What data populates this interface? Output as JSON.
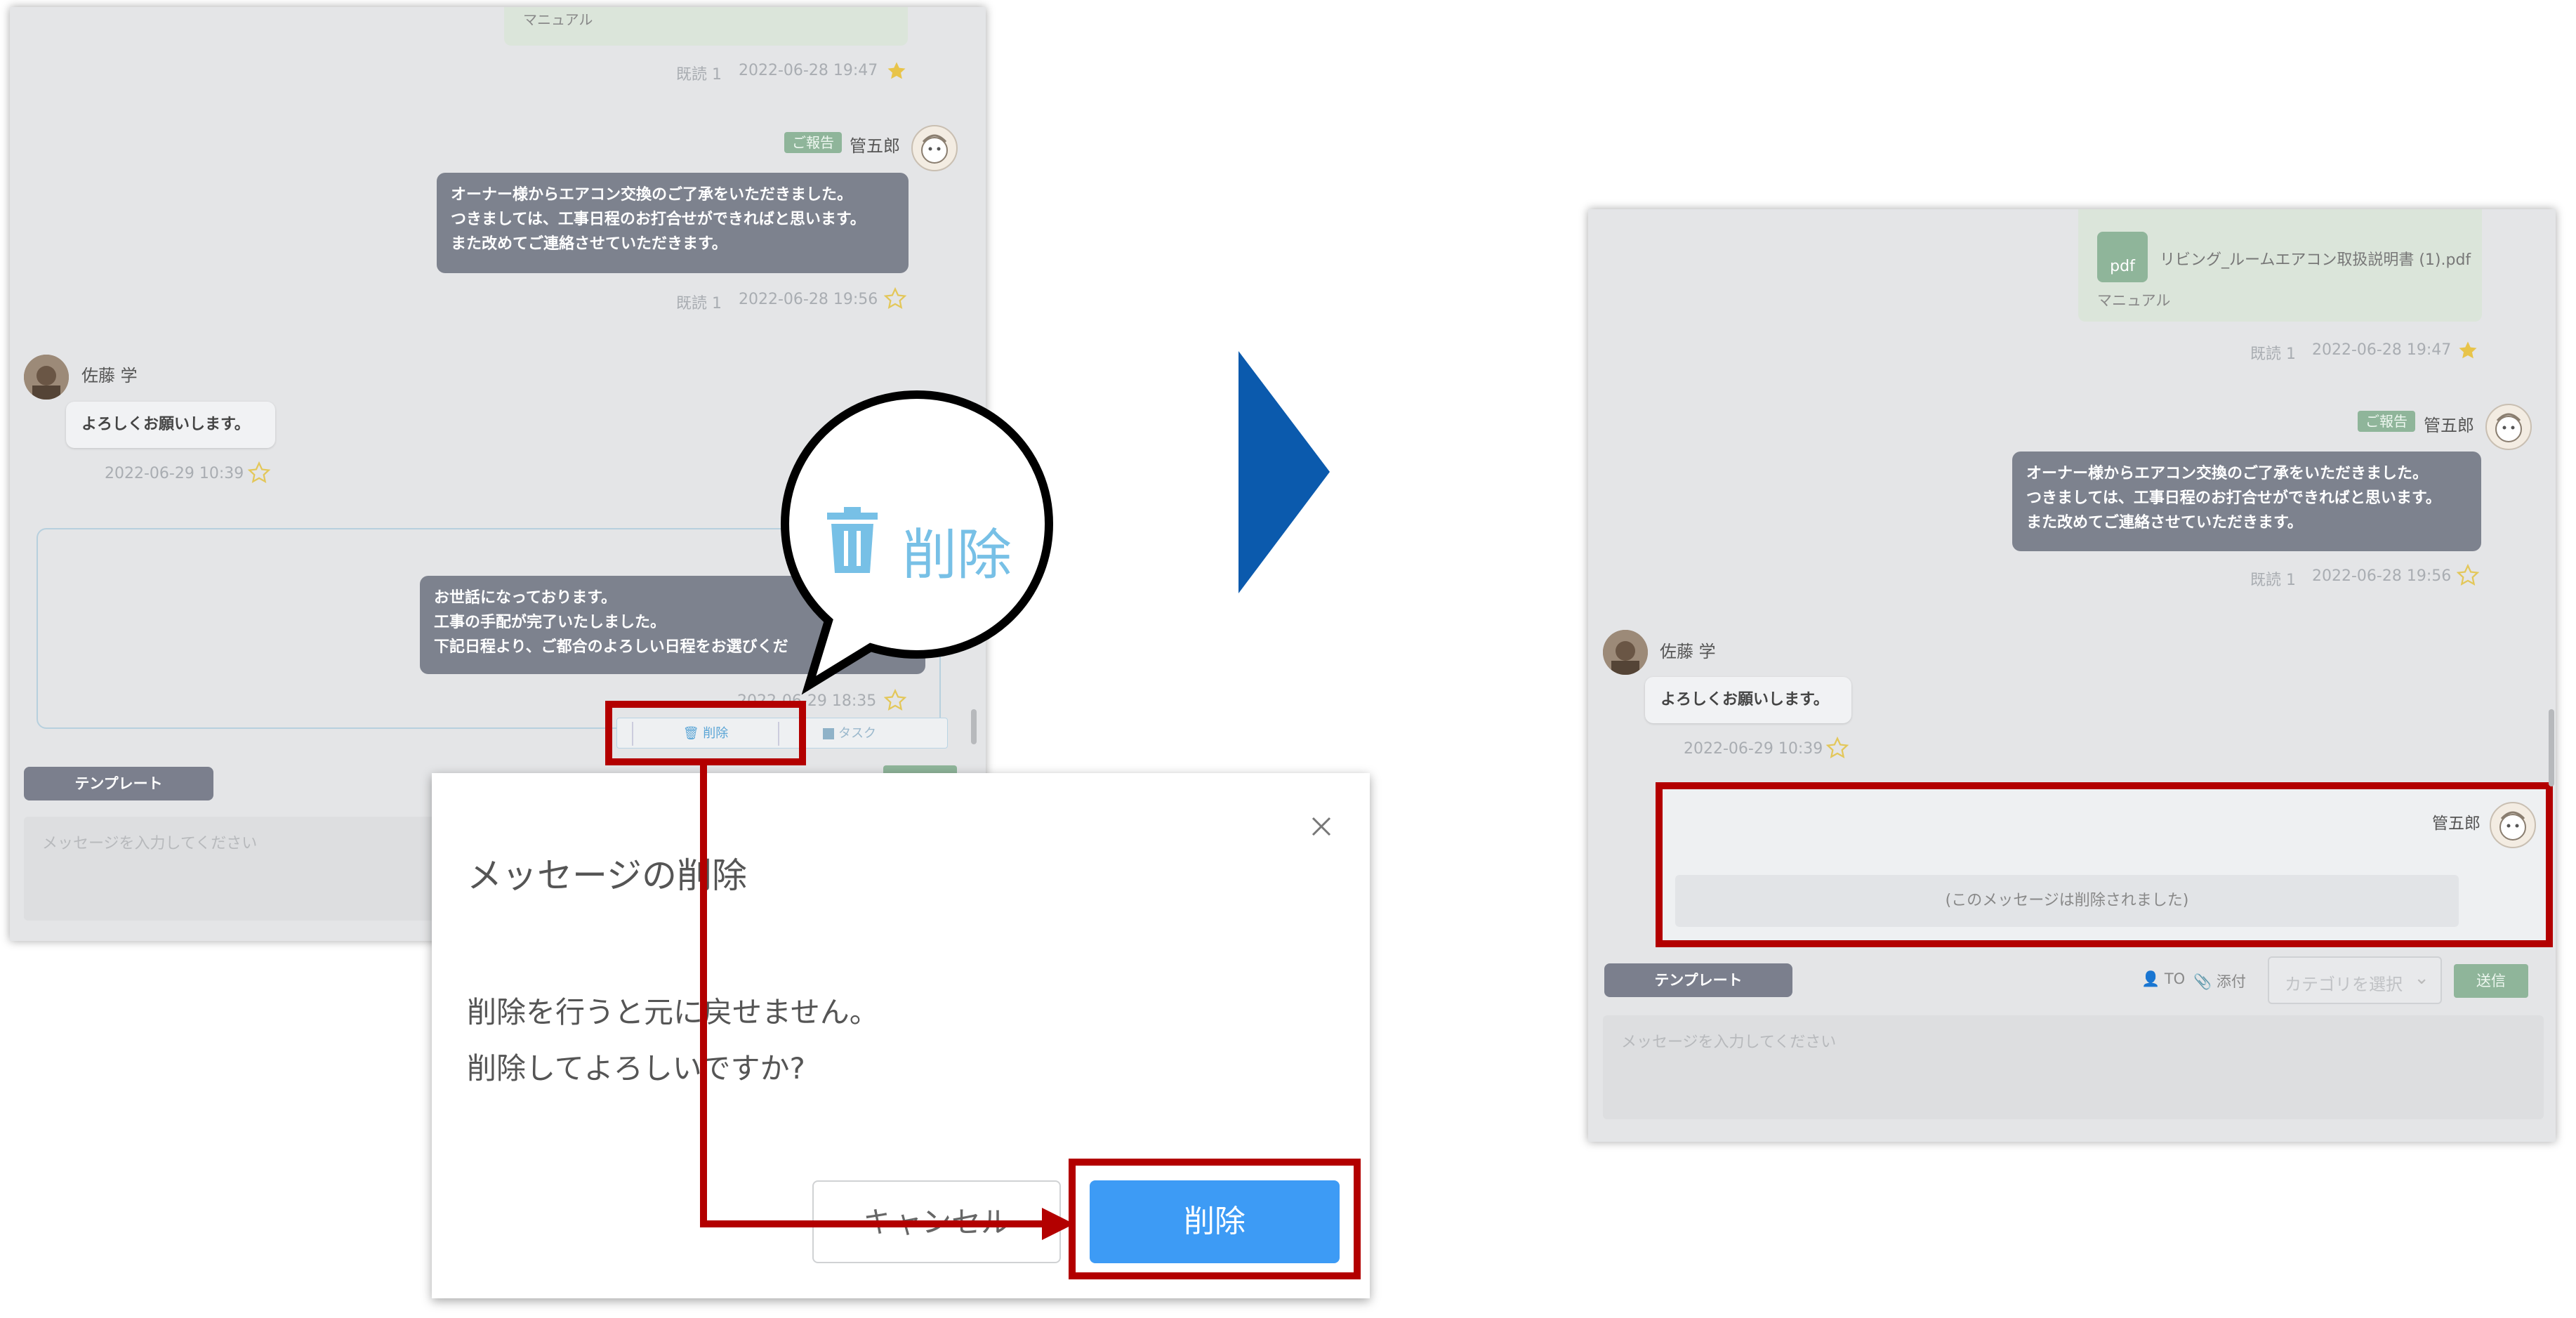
{
  "left": {
    "top_manual_label": "マニュアル",
    "msg1_read": "既読 1",
    "msg1_time": "2022-06-28 19:47",
    "sender_badge": "ご報告",
    "sender_name": "管五郎",
    "msg2_lines": [
      "オーナー様からエアコン交換のご了承をいただきました。",
      "つきましては、工事日程のお打合せができればと思います。",
      "また改めてご連絡させていただきます。"
    ],
    "msg2_read": "既読 1",
    "msg2_time": "2022-06-28 19:56",
    "other_name": "佐藤 学",
    "msg3_text": "よろしくお願いします。",
    "msg3_time": "2022-06-29 10:39",
    "msg4_lines": [
      "お世話になっております。",
      "工事の手配が完了いたしました。",
      "下記日程より、ご都合のよろしい日程をお選びくだ"
    ],
    "msg4_time_partial": "2022-06-29 18:35",
    "delete_small_label": "削除",
    "task_label": "タスク",
    "template_label": "テンプレート",
    "input_placeholder": "メッセージを入力してください"
  },
  "callout": {
    "label": "削除"
  },
  "dialog": {
    "title": "メッセージの削除",
    "body_line1": "削除を行うと元に戻せません。",
    "body_line2": "削除してよろしいですか?",
    "cancel_label": "キャンセル",
    "delete_label": "削除"
  },
  "right": {
    "file_type": "pdf",
    "file_name": "リビング_ルームエアコン取扱説明書 (1).pdf",
    "file_category": "マニュアル",
    "msg1_read": "既読 1",
    "msg1_time": "2022-06-28 19:47",
    "sender_badge": "ご報告",
    "sender_name": "管五郎",
    "msg2_lines": [
      "オーナー様からエアコン交換のご了承をいただきました。",
      "つきましては、工事日程のお打合せができればと思います。",
      "また改めてご連絡させていただきます。"
    ],
    "msg2_read": "既読 1",
    "msg2_time": "2022-06-28 19:56",
    "other_name": "佐藤 学",
    "msg3_text": "よろしくお願いします。",
    "msg3_time": "2022-06-29 10:39",
    "deleted_sender": "管五郎",
    "deleted_text": "(このメッセージは削除されました)",
    "template_label": "テンプレート",
    "to_label": "TO",
    "attach_label": "添付",
    "category_placeholder": "カテゴリを選択",
    "send_label": "送信",
    "input_placeholder": "メッセージを入力してください"
  },
  "colors": {
    "accent_blue": "#3d9bf5",
    "highlight_red": "#b30000",
    "arrow_blue": "#0b5aad",
    "badge_green": "#8fb59a"
  }
}
